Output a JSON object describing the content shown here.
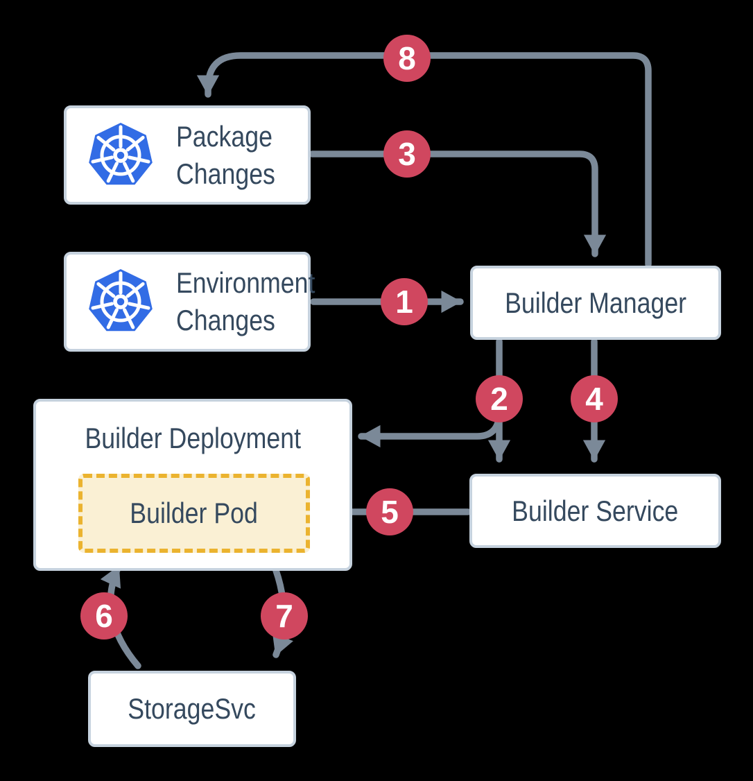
{
  "nodes": {
    "package_changes": {
      "lines": [
        "Package",
        "Changes"
      ],
      "icon": "kubernetes-icon"
    },
    "environment_changes": {
      "lines": [
        "Environment",
        "Changes"
      ],
      "icon": "kubernetes-icon"
    },
    "builder_manager": {
      "label": "Builder Manager"
    },
    "builder_deployment": {
      "label": "Builder Deployment"
    },
    "builder_pod": {
      "label": "Builder Pod"
    },
    "builder_service": {
      "label": "Builder Service"
    },
    "storage_svc": {
      "label": "StorageSvc"
    }
  },
  "badges": {
    "b1": "1",
    "b2": "2",
    "b3": "3",
    "b4": "4",
    "b5": "5",
    "b6": "6",
    "b7": "7",
    "b8": "8"
  },
  "edges": [
    {
      "step": "1",
      "from": "environment_changes",
      "to": "builder_manager"
    },
    {
      "step": "2",
      "from": "builder_manager",
      "to": "builder_deployment / builder_service"
    },
    {
      "step": "3",
      "from": "package_changes",
      "to": "builder_manager"
    },
    {
      "step": "4",
      "from": "builder_manager",
      "to": "builder_service"
    },
    {
      "step": "5",
      "from": "builder_service",
      "to": "builder_pod"
    },
    {
      "step": "6",
      "from": "storage_svc",
      "to": "builder_pod"
    },
    {
      "step": "7",
      "from": "builder_pod",
      "to": "storage_svc"
    },
    {
      "step": "8",
      "from": "builder_manager",
      "to": "package_changes"
    }
  ],
  "colors": {
    "background": "#000000",
    "box_fill": "#FFFFFF",
    "box_border": "#C6D2DE",
    "text": "#35495E",
    "arrow": "#7B8998",
    "badge_fill": "#D0475F",
    "badge_text": "#FFFFFF",
    "pod_fill": "#FAF0D4",
    "pod_border": "#EBB32F",
    "kubernetes_blue": "#326CE5"
  }
}
